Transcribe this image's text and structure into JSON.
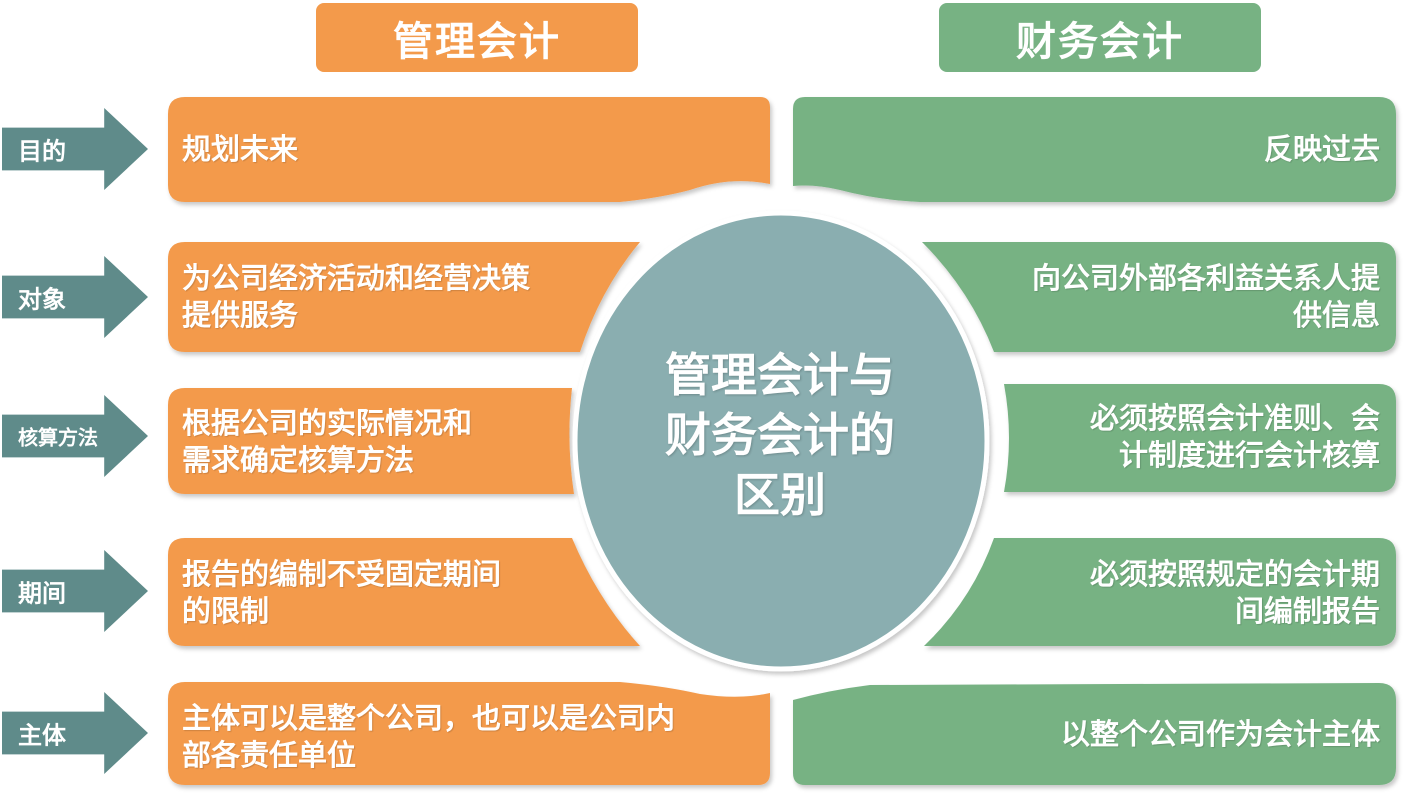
{
  "header": {
    "left": "管理会计",
    "right": "财务会计"
  },
  "center": {
    "line1": "管理会计与",
    "line2": "财务会计的",
    "line3": "区别"
  },
  "rows": [
    {
      "label": "目的",
      "left": [
        "规划未来"
      ],
      "right": [
        "反映过去"
      ]
    },
    {
      "label": "对象",
      "left": [
        "为公司经济活动和经营决策",
        "提供服务"
      ],
      "right": [
        "向公司外部各利益关系人提",
        "供信息"
      ]
    },
    {
      "label": "核算方法",
      "left": [
        "根据公司的实际情况和",
        "需求确定核算方法"
      ],
      "right": [
        "必须按照会计准则、会",
        "计制度进行会计核算"
      ]
    },
    {
      "label": "期间",
      "left": [
        "报告的编制不受固定期间",
        "的限制"
      ],
      "right": [
        "必须按照规定的会计期",
        "间编制报告"
      ]
    },
    {
      "label": "主体",
      "left": [
        "主体可以是整个公司，也可以是公司内",
        "部各责任单位"
      ],
      "right": [
        "以整个公司作为会计主体"
      ]
    }
  ],
  "colors": {
    "orange": "#f39a4b",
    "green": "#77b283",
    "teal_arrow": "#5f8b8a",
    "circle": "#8aaeb0"
  }
}
